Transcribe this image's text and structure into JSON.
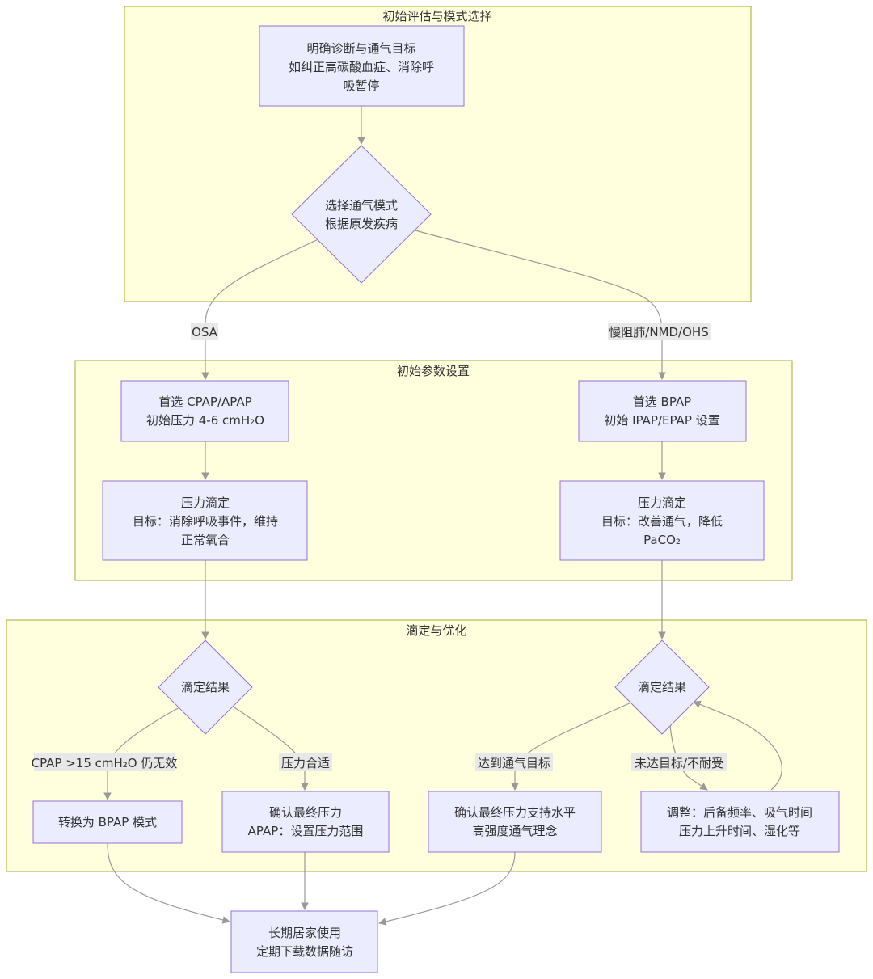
{
  "clusters": {
    "initial": {
      "title": "初始评估与模式选择"
    },
    "params": {
      "title": "初始参数设置"
    },
    "titration": {
      "title": "滴定与优化"
    }
  },
  "nodes": {
    "diagnosis": {
      "lines": [
        "明确诊断与通气目标",
        "如纠正高碳酸血症、消除呼",
        "吸暂停"
      ]
    },
    "mode_select": {
      "lines": [
        "选择通气模式",
        "根据原发疾病"
      ]
    },
    "cpap_first": {
      "lines": [
        "首选 CPAP/APAP",
        "初始压力 4-6 cmH₂O"
      ]
    },
    "bpap_first": {
      "lines": [
        "首选 BPAP",
        "初始 IPAP/EPAP 设置"
      ]
    },
    "cpap_titrate": {
      "lines": [
        "压力滴定",
        "目标：消除呼吸事件，维持",
        "正常氧合"
      ]
    },
    "bpap_titrate": {
      "lines": [
        "压力滴定",
        "目标：改善通气，降低",
        "PaCO₂"
      ]
    },
    "cpap_result": {
      "lines": [
        "滴定结果"
      ]
    },
    "bpap_result": {
      "lines": [
        "滴定结果"
      ]
    },
    "switch_bpap": {
      "lines": [
        "转换为 BPAP 模式"
      ]
    },
    "confirm_cpap": {
      "lines": [
        "确认最终压力",
        "APAP：设置压力范围"
      ]
    },
    "confirm_bpap": {
      "lines": [
        "确认最终压力支持水平",
        "高强度通气理念"
      ]
    },
    "adjust": {
      "lines": [
        "调整：后备频率、吸气时间",
        "压力上升时间、湿化等"
      ]
    },
    "home_use": {
      "lines": [
        "长期居家使用",
        "定期下载数据随访"
      ]
    }
  },
  "edge_labels": {
    "osa": "OSA",
    "copd": "慢阻肺/NMD/OHS",
    "cpap_fail": "CPAP >15 cmH₂O 仍无效",
    "pressure_ok": "压力合适",
    "target_met": "达到通气目标",
    "target_not_met": "未达目标/不耐受"
  },
  "colors": {
    "cluster_fill": "#ffffde",
    "cluster_stroke": "#aaaa33",
    "node_fill": "#ececff",
    "node_stroke": "#9370db",
    "edge": "#999999"
  }
}
